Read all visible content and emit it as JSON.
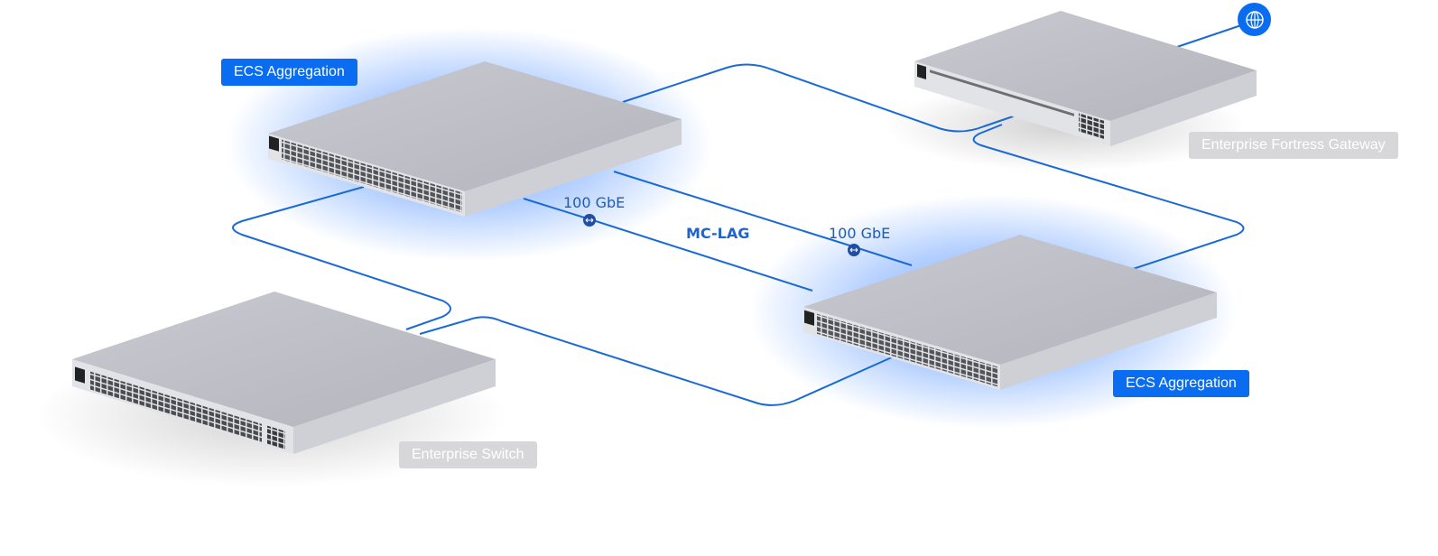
{
  "colors": {
    "accent": "#0a6cf0",
    "link_line": "#1a6ad6",
    "device_label_gray": "#d7d7da",
    "glow": "#2d7bff"
  },
  "devices": [
    {
      "id": "agg1",
      "label": "ECS Aggregation",
      "style": "highlighted"
    },
    {
      "id": "agg2",
      "label": "ECS Aggregation",
      "style": "highlighted"
    },
    {
      "id": "gateway",
      "label": "Enterprise Fortress Gateway",
      "style": "muted"
    },
    {
      "id": "switch",
      "label": "Enterprise Switch",
      "style": "muted"
    }
  ],
  "links": {
    "speed_left": "100 GbE",
    "speed_right": "100 GbE",
    "lag": "MC-LAG"
  },
  "internet": {
    "icon": "globe-icon"
  }
}
